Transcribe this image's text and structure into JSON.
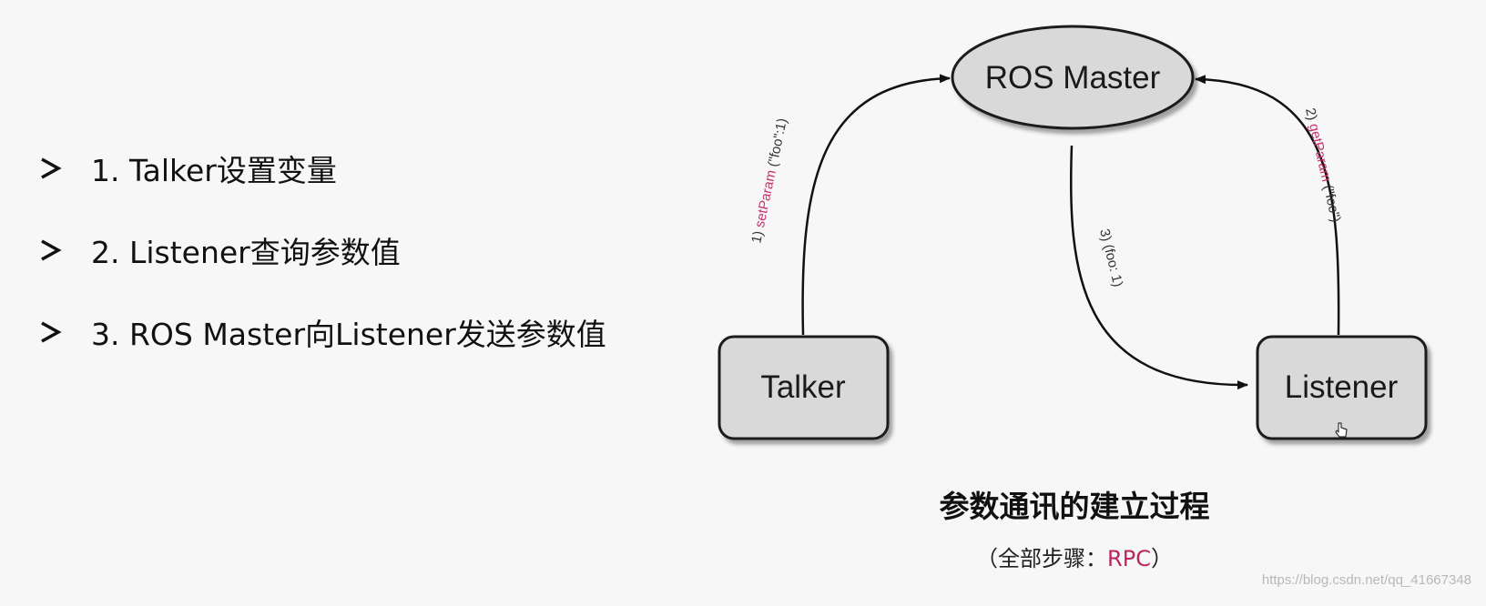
{
  "steps": [
    {
      "text": "1. Talker设置变量"
    },
    {
      "text": "2. Listener查询参数值"
    },
    {
      "text": "3. ROS Master向Listener发送参数值"
    }
  ],
  "diagram": {
    "nodes": {
      "master": "ROS Master",
      "talker": "Talker",
      "listener": "Listener"
    },
    "edges": {
      "set_param": {
        "num": "1) ",
        "method": "setParam",
        "args": " (\"foo\":1)"
      },
      "get_param": {
        "num": "2) ",
        "method": "getParam",
        "args": " (\"foo\")"
      },
      "reply": {
        "num": "3) ",
        "args": "(foo: 1)"
      }
    }
  },
  "caption": {
    "title": "参数通讯的建立过程",
    "sub_open": "（全部步骤：",
    "sub_accent": "RPC",
    "sub_close": "）"
  },
  "watermark": "https://blog.csdn.net/qq_41667348",
  "colors": {
    "node_fill": "#d9d9d9",
    "method_accent": "#c8326e"
  }
}
